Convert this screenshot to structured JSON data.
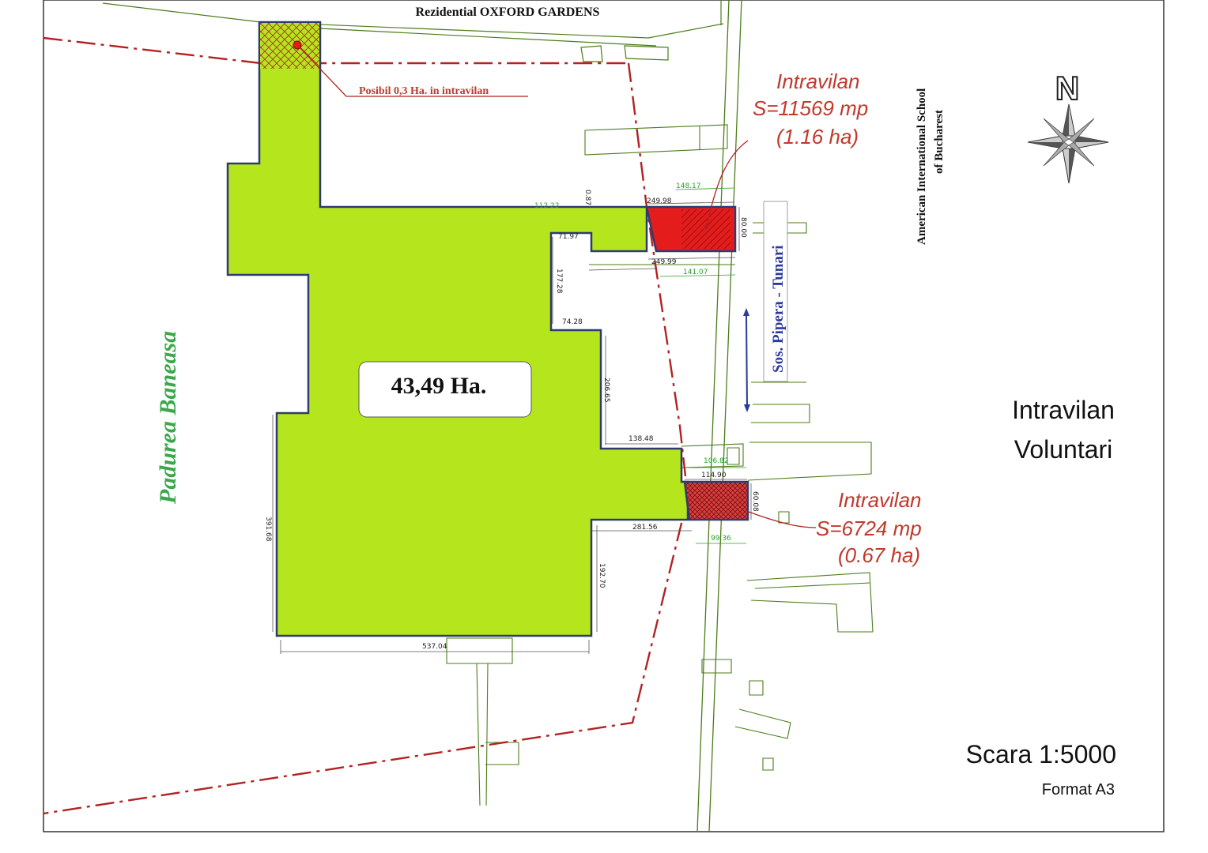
{
  "map": {
    "header": "Rezidential OXFORD GARDENS",
    "forest": "Padurea Baneasa",
    "area_main": "43,49 Ha.",
    "note_intravilan": "Posibil 0,3 Ha. in intravilan",
    "school_line1": "American International School",
    "school_line2": "of Bucharest",
    "road": "Sos. Pipera - Tunari",
    "zone_line1": "Intravilan",
    "zone_line2": "Voluntari",
    "scale": "Scara 1:5000",
    "format": "Format A3",
    "north": "N",
    "parcel1": {
      "line1": "Intravilan",
      "line2": "S=11569 mp",
      "line3": "(1.16 ha)"
    },
    "parcel2": {
      "line1": "Intravilan",
      "line2": "S=6724 mp",
      "line3": "(0.67 ha)"
    },
    "dims": {
      "d_249_98": "249.98",
      "d_148_17": "148.17",
      "d_0_87": "0.87",
      "d_112_22": "112.22",
      "d_80_00": "80.00",
      "d_71_97": "71.97",
      "d_249_99": "249.99",
      "d_141_07": "141.07",
      "d_177_28": "177.28",
      "d_74_28": "74.28",
      "d_206_65": "206.65",
      "d_138_48": "138.48",
      "d_106_82": "106.82",
      "d_114_90": "114.90",
      "d_60_08": "60.08",
      "d_281_56": "281.56",
      "d_99_36": "99.36",
      "d_391_68": "391.68",
      "d_192_70": "192.70",
      "d_537_04": "537.04"
    },
    "colors": {
      "land_green": "#b5e51d",
      "land_border": "#2f3b6f",
      "parcel_red": "#e51c1c",
      "limit_dashdot": "#b22222",
      "annotation_red": "#c0392b",
      "road_lines": "#4c7d1a",
      "road_label_blue": "#2b3a9c",
      "forest_green": "#3aa84a"
    }
  }
}
